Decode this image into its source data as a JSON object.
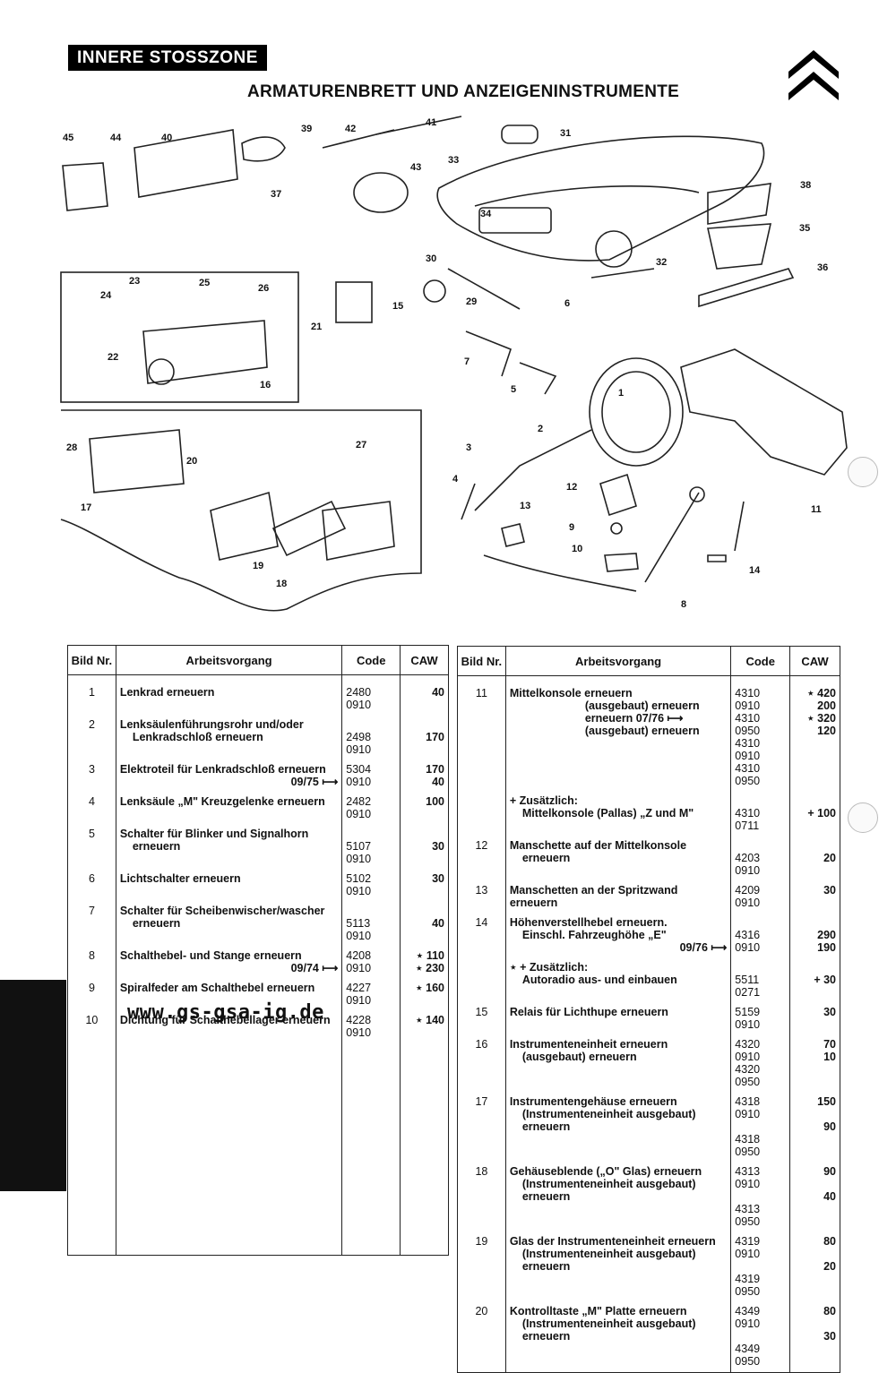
{
  "header": {
    "section": "INNERE STOSSZONE",
    "title": "ARMATURENBRETT UND ANZEIGENINSTRUMENTE"
  },
  "diagram": {
    "labels": [
      "1",
      "2",
      "3",
      "4",
      "5",
      "6",
      "7",
      "8",
      "9",
      "10",
      "11",
      "12",
      "13",
      "14",
      "15",
      "16",
      "17",
      "18",
      "19",
      "20",
      "21",
      "22",
      "23",
      "24",
      "25",
      "26",
      "27",
      "28",
      "29",
      "30",
      "31",
      "32",
      "33",
      "34",
      "35",
      "36",
      "37",
      "38",
      "39",
      "40",
      "41",
      "42",
      "43",
      "44",
      "45"
    ]
  },
  "table_headers": {
    "bild_nr": "Bild Nr.",
    "arbeitsvorgang": "Arbeitsvorgang",
    "code": "Code",
    "caw": "CAW"
  },
  "left_rows": [
    {
      "nr": "1",
      "lines": [
        "Lenkrad erneuern"
      ],
      "code": "2480 0910",
      "caw": "40"
    },
    {
      "nr": "2",
      "lines": [
        "Lenksäulenführungsrohr und/oder",
        "Lenkradschloß erneuern"
      ],
      "code": "\n2498 0910",
      "caw": "\n170"
    },
    {
      "nr": "3",
      "lines": [
        "Elektroteil für Lenkradschloß erneuern",
        "09/75 ⟼"
      ],
      "code": "5304 0910",
      "caw": "170\n40"
    },
    {
      "nr": "4",
      "lines": [
        "Lenksäule „M\" Kreuzgelenke erneuern"
      ],
      "code": "2482 0910",
      "caw": "100"
    },
    {
      "nr": "5",
      "lines": [
        "Schalter für Blinker und Signalhorn",
        "erneuern"
      ],
      "code": "\n5107 0910",
      "caw": "\n30"
    },
    {
      "nr": "6",
      "lines": [
        "Lichtschalter erneuern"
      ],
      "code": "5102 0910",
      "caw": "30"
    },
    {
      "nr": "7",
      "lines": [
        "Schalter für Scheibenwischer/wascher",
        "erneuern"
      ],
      "code": "\n5113 0910",
      "caw": "\n40"
    },
    {
      "nr": "8",
      "lines": [
        "Schalthebel- und Stange erneuern",
        "09/74 ⟼"
      ],
      "code": "4208 0910",
      "caw": "⋆ 110\n⋆ 230"
    },
    {
      "nr": "9",
      "lines": [
        "Spiralfeder am Schalthebel erneuern"
      ],
      "code": "4227 0910",
      "caw": "⋆ 160"
    },
    {
      "nr": "10",
      "lines": [
        "Dichtung für Schalthebellager erneuern"
      ],
      "code": "4228 0910",
      "caw": "⋆ 140"
    }
  ],
  "website": "www.gs-gsa-ig.de",
  "right_rows": [
    {
      "nr": "11",
      "lines": [
        "Mittelkonsole erneuern",
        "(ausgebaut) erneuern",
        "erneuern 07/76 ⟼",
        "(ausgebaut) erneuern"
      ],
      "code": "4310 0910\n4310 0950\n4310 0910\n4310 0950",
      "caw": "⋆ 420\n200\n⋆ 320\n120"
    },
    {
      "nr": "",
      "lines": [
        "+ Zusätzlich:",
        "Mittelkonsole (Pallas) „Z und M\""
      ],
      "code": "\n4310 0711",
      "caw": "\n+ 100"
    },
    {
      "nr": "12",
      "lines": [
        "Manschette auf der Mittelkonsole",
        "erneuern"
      ],
      "code": "\n4203 0910",
      "caw": "\n20"
    },
    {
      "nr": "13",
      "lines": [
        "Manschetten an der Spritzwand erneuern"
      ],
      "code": "4209 0910",
      "caw": "30"
    },
    {
      "nr": "14",
      "lines": [
        "Höhenverstellhebel erneuern.",
        "Einschl. Fahrzeughöhe „E\"",
        "09/76 ⟼"
      ],
      "code": "\n4316 0910",
      "caw": "\n290\n190"
    },
    {
      "nr": "",
      "lines": [
        "⋆ + Zusätzlich:",
        "Autoradio aus- und einbauen"
      ],
      "code": "\n5511 0271",
      "caw": "\n+ 30"
    },
    {
      "nr": "15",
      "lines": [
        "Relais für Lichthupe erneuern"
      ],
      "code": "5159 0910",
      "caw": "30"
    },
    {
      "nr": "16",
      "lines": [
        "Instrumenteneinheit erneuern",
        "(ausgebaut) erneuern"
      ],
      "code": "4320 0910\n4320 0950",
      "caw": "70\n10"
    },
    {
      "nr": "17",
      "lines": [
        "Instrumentengehäuse erneuern",
        "(Instrumenteneinheit ausgebaut)",
        "erneuern"
      ],
      "code": "4318 0910\n\n4318 0950",
      "caw": "150\n\n90"
    },
    {
      "nr": "18",
      "lines": [
        "Gehäuseblende („O\" Glas) erneuern",
        "(Instrumenteneinheit ausgebaut)",
        "erneuern"
      ],
      "code": "4313 0910\n\n4313 0950",
      "caw": "90\n\n40"
    },
    {
      "nr": "19",
      "lines": [
        "Glas der Instrumenteneinheit erneuern",
        "(Instrumenteneinheit ausgebaut)",
        "erneuern"
      ],
      "code": "4319 0910\n\n4319 0950",
      "caw": "80\n\n20"
    },
    {
      "nr": "20",
      "lines": [
        "Kontrolltaste „M\" Platte erneuern",
        "(Instrumenteneinheit ausgebaut)",
        "erneuern"
      ],
      "code": "4349 0910\n\n4349 0950",
      "caw": "80\n\n30"
    }
  ]
}
